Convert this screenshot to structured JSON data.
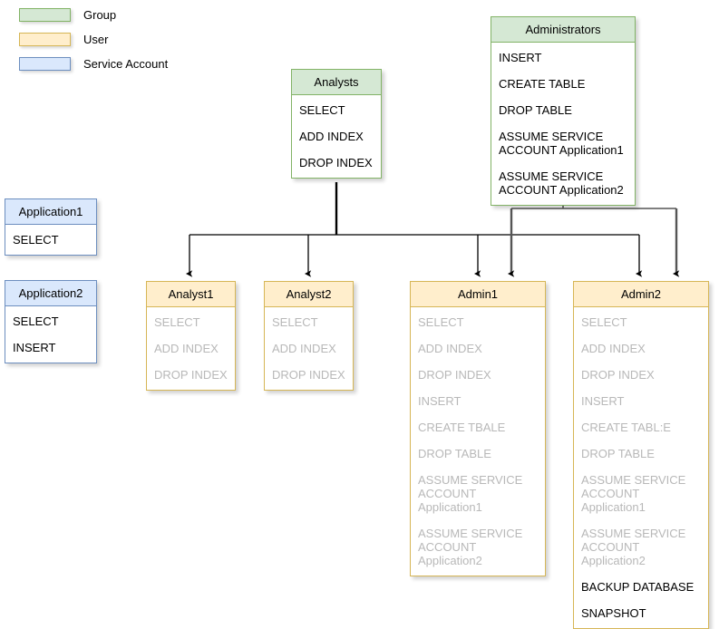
{
  "legend": {
    "items": [
      {
        "key": "group",
        "label": "Group",
        "color": "#d5e8d4",
        "border": "#82b366"
      },
      {
        "key": "user",
        "label": "User",
        "color": "#ffeecc",
        "border": "#d6b656"
      },
      {
        "key": "service",
        "label": "Service Account",
        "color": "#dae8fc",
        "border": "#6c8ebf"
      }
    ]
  },
  "colors": {
    "group_fill": "#d5e8d4",
    "group_border": "#82b366",
    "user_fill": "#ffeecc",
    "user_border": "#d6b656",
    "service_fill": "#dae8fc",
    "service_border": "#6c8ebf",
    "own_permission_text": "#000000",
    "inherited_permission_text": "#b8b8b8",
    "connector": "#000000"
  },
  "nodes": {
    "administrators": {
      "title": "Administrators",
      "type": "group",
      "permissions": [
        {
          "label": "INSERT",
          "inherited": false
        },
        {
          "label": "CREATE TABLE",
          "inherited": false
        },
        {
          "label": "DROP TABLE",
          "inherited": false
        },
        {
          "label": "ASSUME SERVICE ACCOUNT Application1",
          "inherited": false
        },
        {
          "label": "ASSUME SERVICE ACCOUNT Application2",
          "inherited": false
        }
      ]
    },
    "analysts": {
      "title": "Analysts",
      "type": "group",
      "permissions": [
        {
          "label": "SELECT",
          "inherited": false
        },
        {
          "label": "ADD INDEX",
          "inherited": false
        },
        {
          "label": "DROP INDEX",
          "inherited": false
        }
      ]
    },
    "application1": {
      "title": "Application1",
      "type": "service",
      "permissions": [
        {
          "label": "SELECT",
          "inherited": false
        }
      ]
    },
    "application2": {
      "title": "Application2",
      "type": "service",
      "permissions": [
        {
          "label": "SELECT",
          "inherited": false
        },
        {
          "label": "INSERT",
          "inherited": false
        }
      ]
    },
    "analyst1": {
      "title": "Analyst1",
      "type": "user",
      "permissions": [
        {
          "label": "SELECT",
          "inherited": true
        },
        {
          "label": "ADD INDEX",
          "inherited": true
        },
        {
          "label": "DROP INDEX",
          "inherited": true
        }
      ]
    },
    "analyst2": {
      "title": "Analyst2",
      "type": "user",
      "permissions": [
        {
          "label": "SELECT",
          "inherited": true
        },
        {
          "label": "ADD INDEX",
          "inherited": true
        },
        {
          "label": "DROP INDEX",
          "inherited": true
        }
      ]
    },
    "admin1": {
      "title": "Admin1",
      "type": "user",
      "permissions": [
        {
          "label": "SELECT",
          "inherited": true
        },
        {
          "label": "ADD INDEX",
          "inherited": true
        },
        {
          "label": "DROP INDEX",
          "inherited": true
        },
        {
          "label": "INSERT",
          "inherited": true
        },
        {
          "label": "CREATE TBALE",
          "inherited": true
        },
        {
          "label": "DROP TABLE",
          "inherited": true
        },
        {
          "label": "ASSUME SERVICE ACCOUNT Application1",
          "inherited": true
        },
        {
          "label": "ASSUME SERVICE ACCOUNT Application2",
          "inherited": true
        }
      ]
    },
    "admin2": {
      "title": "Admin2",
      "type": "user",
      "permissions": [
        {
          "label": "SELECT",
          "inherited": true
        },
        {
          "label": "ADD INDEX",
          "inherited": true
        },
        {
          "label": "DROP INDEX",
          "inherited": true
        },
        {
          "label": "INSERT",
          "inherited": true
        },
        {
          "label": "CREATE TABL:E",
          "inherited": true
        },
        {
          "label": "DROP TABLE",
          "inherited": true
        },
        {
          "label": "ASSUME SERVICE ACCOUNT Application1",
          "inherited": true
        },
        {
          "label": "ASSUME SERVICE ACCOUNT Application2",
          "inherited": true
        },
        {
          "label": "BACKUP DATABASE",
          "inherited": false
        },
        {
          "label": "SNAPSHOT",
          "inherited": false
        }
      ]
    }
  },
  "edges": [
    {
      "from": "analysts",
      "to": "analyst1"
    },
    {
      "from": "analysts",
      "to": "analyst2"
    },
    {
      "from": "analysts",
      "to": "admin1"
    },
    {
      "from": "analysts",
      "to": "admin2"
    },
    {
      "from": "administrators",
      "to": "admin1"
    },
    {
      "from": "administrators",
      "to": "admin2"
    }
  ]
}
